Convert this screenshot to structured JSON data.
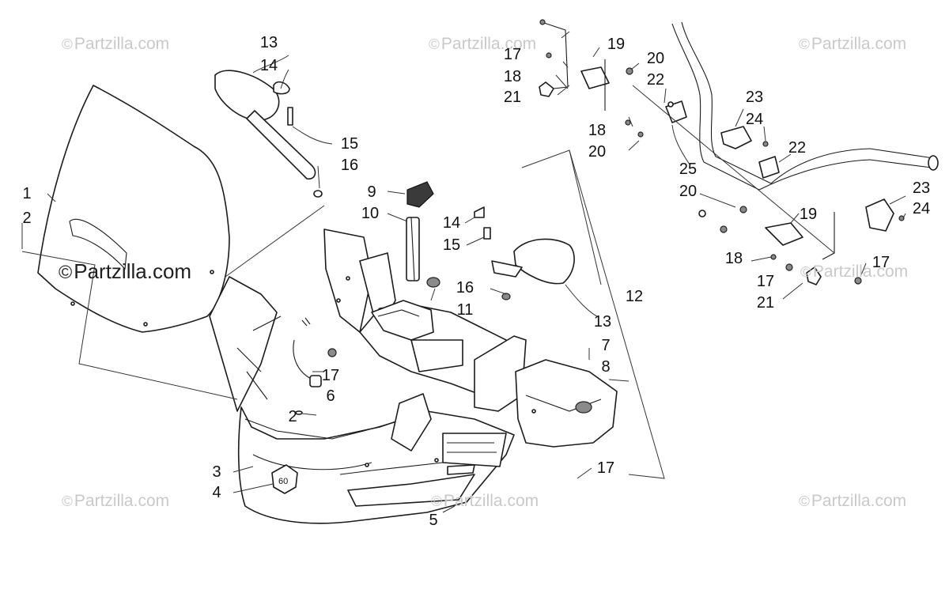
{
  "watermarks": {
    "symbol": "©",
    "brand": "Partzilla.com"
  },
  "callouts": {
    "c1": "1",
    "c2a": "2",
    "c2b": "2",
    "c3": "3",
    "c4": "4",
    "c5": "5",
    "c6": "6",
    "c7": "7",
    "c8": "8",
    "c9": "9",
    "c10": "10",
    "c11": "11",
    "c12": "12",
    "c13a": "13",
    "c13b": "13",
    "c14a": "14",
    "c14b": "14",
    "c15a": "15",
    "c15b": "15",
    "c16a": "16",
    "c16b": "16",
    "c17a": "17",
    "c17b": "17",
    "c17c": "17",
    "c17d": "17",
    "c17e": "17",
    "c18a": "18",
    "c18b": "18",
    "c18c": "18",
    "c19a": "19",
    "c19b": "19",
    "c20a": "20",
    "c20b": "20",
    "c20c": "20",
    "c21a": "21",
    "c21b": "21",
    "c22a": "22",
    "c22b": "22",
    "c23a": "23",
    "c23b": "23",
    "c24a": "24",
    "c24b": "24",
    "c25": "25"
  }
}
